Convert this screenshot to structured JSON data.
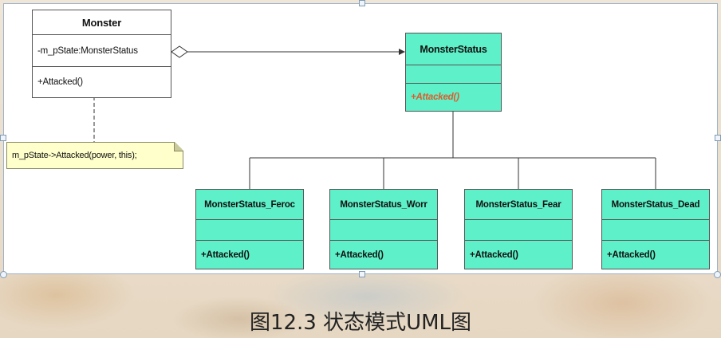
{
  "diagram": {
    "monster": {
      "name": "Monster",
      "attribute": "-m_pState:MonsterStatus",
      "operation": "+Attacked()"
    },
    "monster_status": {
      "name": "MonsterStatus",
      "operation": "+Attacked()"
    },
    "subclasses": [
      {
        "name": "MonsterStatus_Feroc",
        "operation": "+Attacked()"
      },
      {
        "name": "MonsterStatus_Worr",
        "operation": "+Attacked()"
      },
      {
        "name": "MonsterStatus_Fear",
        "operation": "+Attacked()"
      },
      {
        "name": "MonsterStatus_Dead",
        "operation": "+Attacked()"
      }
    ],
    "note": "m_pState->Attacked(power, this);"
  },
  "caption": "图12.3 状态模式UML图",
  "colors": {
    "class_fill": "#5ef0c8",
    "abstract_op": "#e05a2b",
    "note_fill": "#ffffcc"
  }
}
